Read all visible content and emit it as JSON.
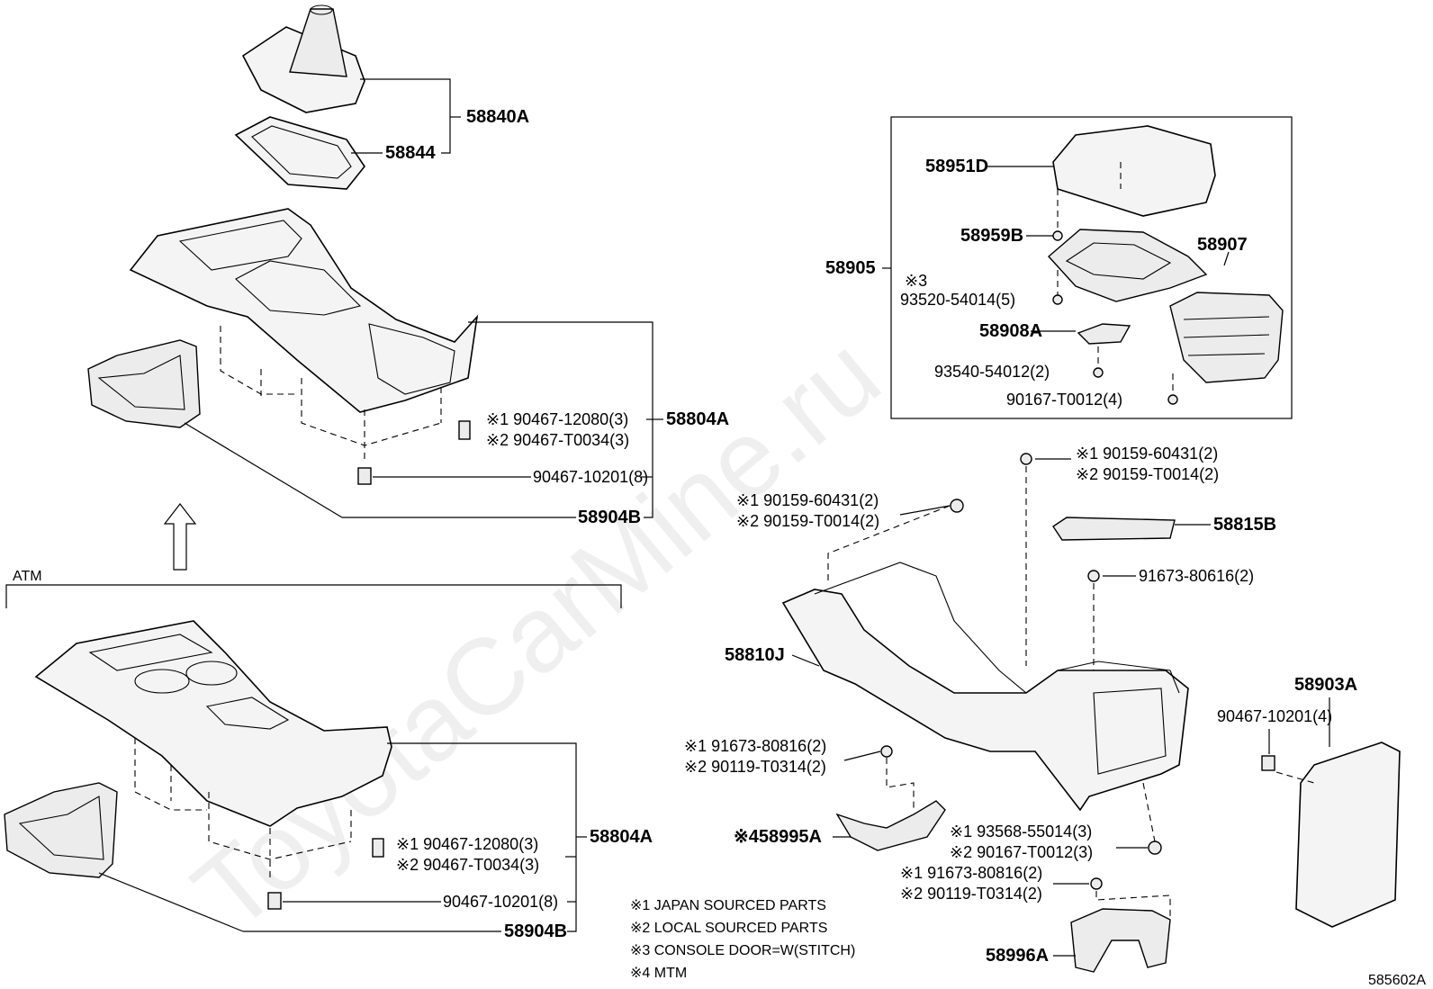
{
  "watermark": "ToyotaCarMine.ru",
  "diagram_id": "585602A",
  "section_atm_label": "ATM",
  "parts": {
    "p58840A": "58840A",
    "p58844": "58844",
    "p58804A_top": "58804A",
    "p58904B_top": "58904B",
    "p58804A_bot": "58804A",
    "p58904B_bot": "58904B",
    "p58905": "58905",
    "p58951D": "58951D",
    "p58959B": "58959B",
    "p58907": "58907",
    "p58908A": "58908A",
    "p58815B": "58815B",
    "p58810J": "58810J",
    "p58903A": "58903A",
    "p58995A": "※458995A",
    "p58996A": "58996A"
  },
  "callouts": {
    "top_clip_1": "※1 90467-12080(3)",
    "top_clip_2": "※2 90467-T0034(3)",
    "top_clip_3": "90467-10201(8)",
    "bot_clip_1": "※1 90467-12080(3)",
    "bot_clip_2": "※2 90467-T0034(3)",
    "bot_clip_3": "90467-10201(8)",
    "door_note": "※3",
    "door_screw_1": "93520-54014(5)",
    "door_screw_2": "93540-54012(2)",
    "door_screw_3": "90167-T0012(4)",
    "bolt_a1": "※1 90159-60431(2)",
    "bolt_a2": "※2 90159-T0014(2)",
    "bolt_b1": "※1 90159-60431(2)",
    "bolt_b2": "※2 90159-T0014(2)",
    "bolt_c": "91673-80616(2)",
    "clip_903": "90467-10201(4)",
    "bolt_d1": "※1 91673-80816(2)",
    "bolt_d2": "※2 90119-T0314(2)",
    "bolt_e1": "※1 93568-55014(3)",
    "bolt_e2": "※2 90167-T0012(3)",
    "bolt_f1": "※1 91673-80816(2)",
    "bolt_f2": "※2 90119-T0314(2)"
  },
  "legend": [
    "※1 JAPAN SOURCED PARTS",
    "※2 LOCAL SOURCED PARTS",
    "※3 CONSOLE DOOR=W(STITCH)",
    "※4 MTM"
  ]
}
